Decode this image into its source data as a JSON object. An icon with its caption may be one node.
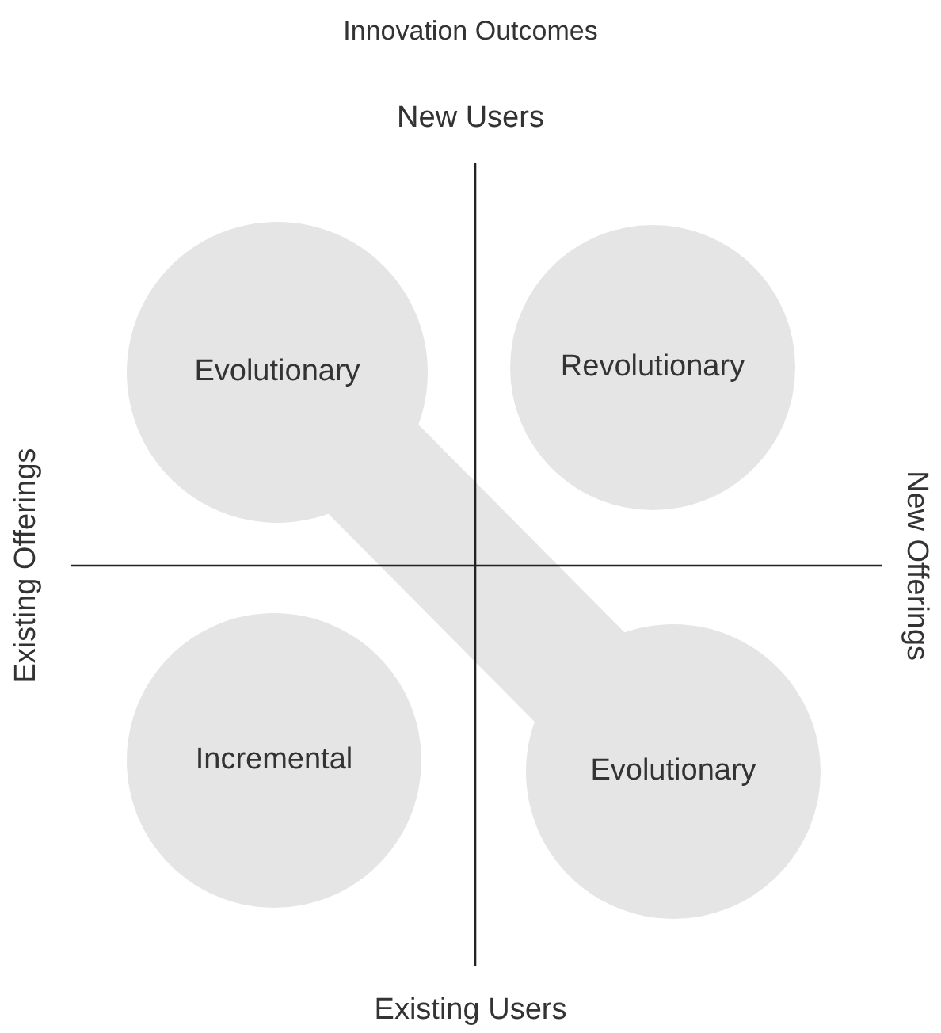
{
  "diagram": {
    "title": "Innovation Outcomes",
    "nodes": [
      {
        "text": [
          "Evolutionary"
        ]
      },
      {
        "text": [
          "Revolutionary"
        ]
      },
      {
        "text": [
          "Incremental"
        ]
      },
      {
        "text": [
          "Evolutionary"
        ]
      }
    ],
    "edges": [
      {
        "from": 0,
        "to": 3,
        "arrow": "none"
      }
    ],
    "labels": [
      "New Users",
      "Existing Offerings",
      "New Offerings",
      "Existing Users"
    ]
  }
}
